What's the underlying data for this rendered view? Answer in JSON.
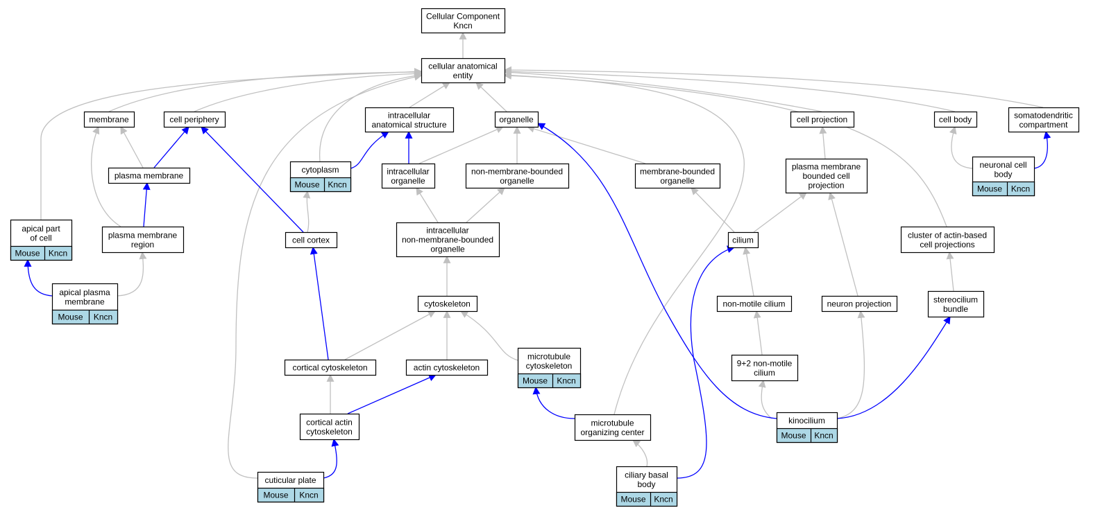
{
  "colors": {
    "is_a": "#c0c0c0",
    "part_of": "#0000ff",
    "annotation_fill": "#add8e6",
    "node_border": "#000000"
  },
  "annotation": {
    "organism": "Mouse",
    "gene": "Kncn"
  },
  "nodes": {
    "root": {
      "lines": [
        "Cellular Component",
        "Kncn"
      ],
      "annotated": false
    },
    "cae": {
      "lines": [
        "cellular anatomical",
        "entity"
      ],
      "annotated": false
    },
    "membrane": {
      "lines": [
        "membrane"
      ],
      "annotated": false
    },
    "cell_periphery": {
      "lines": [
        "cell periphery"
      ],
      "annotated": false
    },
    "ias": {
      "lines": [
        "intracellular",
        "anatomical structure"
      ],
      "annotated": false
    },
    "organelle": {
      "lines": [
        "organelle"
      ],
      "annotated": false
    },
    "cell_projection": {
      "lines": [
        "cell projection"
      ],
      "annotated": false
    },
    "cell_body": {
      "lines": [
        "cell body"
      ],
      "annotated": false
    },
    "somatodendritic": {
      "lines": [
        "somatodendritic",
        "compartment"
      ],
      "annotated": false
    },
    "plasma_membrane": {
      "lines": [
        "plasma membrane"
      ],
      "annotated": false
    },
    "cytoplasm": {
      "lines": [
        "cytoplasm"
      ],
      "annotated": true
    },
    "intra_organelle": {
      "lines": [
        "intracellular",
        "organelle"
      ],
      "annotated": false
    },
    "nmb_organelle": {
      "lines": [
        "non-membrane-bounded",
        "organelle"
      ],
      "annotated": false
    },
    "mb_organelle": {
      "lines": [
        "membrane-bounded",
        "organelle"
      ],
      "annotated": false
    },
    "pmbcp": {
      "lines": [
        "plasma membrane",
        "bounded cell",
        "projection"
      ],
      "annotated": false
    },
    "neuronal_cell_body": {
      "lines": [
        "neuronal cell",
        "body"
      ],
      "annotated": true
    },
    "apical_part": {
      "lines": [
        "apical part",
        "of cell"
      ],
      "annotated": true
    },
    "pm_region": {
      "lines": [
        "plasma membrane",
        "region"
      ],
      "annotated": false
    },
    "cell_cortex": {
      "lines": [
        "cell cortex"
      ],
      "annotated": false
    },
    "inmbo": {
      "lines": [
        "intracellular",
        "non-membrane-bounded",
        "organelle"
      ],
      "annotated": false
    },
    "cilium": {
      "lines": [
        "cilium"
      ],
      "annotated": false
    },
    "cluster_actin": {
      "lines": [
        "cluster of actin-based",
        "cell projections"
      ],
      "annotated": false
    },
    "apical_pm": {
      "lines": [
        "apical plasma",
        "membrane"
      ],
      "annotated": true
    },
    "cytoskeleton": {
      "lines": [
        "cytoskeleton"
      ],
      "annotated": false
    },
    "nonmotile_cilium": {
      "lines": [
        "non-motile cilium"
      ],
      "annotated": false
    },
    "neuron_projection": {
      "lines": [
        "neuron projection"
      ],
      "annotated": false
    },
    "stereocilium": {
      "lines": [
        "stereocilium",
        "bundle"
      ],
      "annotated": false
    },
    "cortical_cytoskeleton": {
      "lines": [
        "cortical cytoskeleton"
      ],
      "annotated": false
    },
    "actin_cytoskeleton": {
      "lines": [
        "actin cytoskeleton"
      ],
      "annotated": false
    },
    "mt_cytoskeleton": {
      "lines": [
        "microtubule",
        "cytoskeleton"
      ],
      "annotated": true
    },
    "nine_two": {
      "lines": [
        "9+2 non-motile",
        "cilium"
      ],
      "annotated": false
    },
    "cortical_actin": {
      "lines": [
        "cortical actin",
        "cytoskeleton"
      ],
      "annotated": false
    },
    "mtoc": {
      "lines": [
        "microtubule",
        "organizing center"
      ],
      "annotated": false
    },
    "kinocilium": {
      "lines": [
        "kinocilium"
      ],
      "annotated": true
    },
    "cuticular_plate": {
      "lines": [
        "cuticular plate"
      ],
      "annotated": true
    },
    "ciliary_basal_body": {
      "lines": [
        "ciliary basal",
        "body"
      ],
      "annotated": true
    }
  },
  "edges": [
    {
      "from": "cae",
      "to": "root",
      "type": "is_a"
    },
    {
      "from": "membrane",
      "to": "cae",
      "type": "is_a"
    },
    {
      "from": "cell_periphery",
      "to": "cae",
      "type": "is_a"
    },
    {
      "from": "ias",
      "to": "cae",
      "type": "is_a"
    },
    {
      "from": "organelle",
      "to": "cae",
      "type": "is_a"
    },
    {
      "from": "cell_projection",
      "to": "cae",
      "type": "is_a"
    },
    {
      "from": "cell_body",
      "to": "cae",
      "type": "is_a"
    },
    {
      "from": "somatodendritic",
      "to": "cae",
      "type": "is_a"
    },
    {
      "from": "apical_part",
      "to": "cae",
      "type": "is_a"
    },
    {
      "from": "cytoplasm",
      "to": "cae",
      "type": "is_a"
    },
    {
      "from": "cluster_actin",
      "to": "cae",
      "type": "is_a"
    },
    {
      "from": "cuticular_plate",
      "to": "cae",
      "type": "is_a"
    },
    {
      "from": "mtoc",
      "to": "cae",
      "type": "is_a"
    },
    {
      "from": "plasma_membrane",
      "to": "membrane",
      "type": "is_a"
    },
    {
      "from": "plasma_membrane",
      "to": "cell_periphery",
      "type": "part_of"
    },
    {
      "from": "pm_region",
      "to": "membrane",
      "type": "is_a"
    },
    {
      "from": "pm_region",
      "to": "plasma_membrane",
      "type": "part_of"
    },
    {
      "from": "cytoplasm",
      "to": "ias",
      "type": "part_of"
    },
    {
      "from": "intra_organelle",
      "to": "ias",
      "type": "part_of"
    },
    {
      "from": "intra_organelle",
      "to": "organelle",
      "type": "is_a"
    },
    {
      "from": "nmb_organelle",
      "to": "organelle",
      "type": "is_a"
    },
    {
      "from": "mb_organelle",
      "to": "organelle",
      "type": "is_a"
    },
    {
      "from": "pmbcp",
      "to": "cell_projection",
      "type": "is_a"
    },
    {
      "from": "neuronal_cell_body",
      "to": "cell_body",
      "type": "is_a"
    },
    {
      "from": "neuronal_cell_body",
      "to": "somatodendritic",
      "type": "part_of"
    },
    {
      "from": "cell_cortex",
      "to": "cytoplasm",
      "type": "is_a"
    },
    {
      "from": "cell_cortex",
      "to": "cell_periphery",
      "type": "part_of"
    },
    {
      "from": "inmbo",
      "to": "intra_organelle",
      "type": "is_a"
    },
    {
      "from": "inmbo",
      "to": "nmb_organelle",
      "type": "is_a"
    },
    {
      "from": "cilium",
      "to": "mb_organelle",
      "type": "is_a"
    },
    {
      "from": "cilium",
      "to": "pmbcp",
      "type": "is_a"
    },
    {
      "from": "neuron_projection",
      "to": "pmbcp",
      "type": "is_a"
    },
    {
      "from": "apical_pm",
      "to": "apical_part",
      "type": "part_of"
    },
    {
      "from": "apical_pm",
      "to": "pm_region",
      "type": "is_a"
    },
    {
      "from": "cytoskeleton",
      "to": "inmbo",
      "type": "is_a"
    },
    {
      "from": "nonmotile_cilium",
      "to": "cilium",
      "type": "is_a"
    },
    {
      "from": "stereocilium",
      "to": "cluster_actin",
      "type": "is_a"
    },
    {
      "from": "cortical_cytoskeleton",
      "to": "cytoskeleton",
      "type": "is_a"
    },
    {
      "from": "cortical_cytoskeleton",
      "to": "cell_cortex",
      "type": "part_of"
    },
    {
      "from": "actin_cytoskeleton",
      "to": "cytoskeleton",
      "type": "is_a"
    },
    {
      "from": "mt_cytoskeleton",
      "to": "cytoskeleton",
      "type": "is_a"
    },
    {
      "from": "nine_two",
      "to": "nonmotile_cilium",
      "type": "is_a"
    },
    {
      "from": "cortical_actin",
      "to": "cortical_cytoskeleton",
      "type": "is_a"
    },
    {
      "from": "cortical_actin",
      "to": "actin_cytoskeleton",
      "type": "part_of"
    },
    {
      "from": "mtoc",
      "to": "mt_cytoskeleton",
      "type": "part_of"
    },
    {
      "from": "kinocilium",
      "to": "nine_two",
      "type": "is_a"
    },
    {
      "from": "kinocilium",
      "to": "neuron_projection",
      "type": "is_a"
    },
    {
      "from": "kinocilium",
      "to": "stereocilium",
      "type": "part_of"
    },
    {
      "from": "kinocilium",
      "to": "organelle",
      "type": "part_of"
    },
    {
      "from": "cuticular_plate",
      "to": "cortical_actin",
      "type": "part_of"
    },
    {
      "from": "ciliary_basal_body",
      "to": "mtoc",
      "type": "is_a"
    },
    {
      "from": "ciliary_basal_body",
      "to": "cilium",
      "type": "part_of"
    }
  ]
}
